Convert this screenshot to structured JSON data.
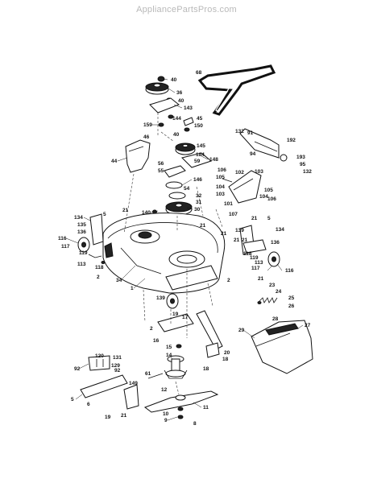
{
  "header": {
    "site": "AppliancePartsPros.com"
  },
  "callouts": [
    {
      "id": "c68",
      "text": "68"
    },
    {
      "id": "c40a",
      "text": "40"
    },
    {
      "id": "c36",
      "text": "36"
    },
    {
      "id": "c40b",
      "text": "40"
    },
    {
      "id": "c143",
      "text": "143"
    },
    {
      "id": "c144",
      "text": "144"
    },
    {
      "id": "c45",
      "text": "45"
    },
    {
      "id": "c159",
      "text": "159"
    },
    {
      "id": "c150",
      "text": "150"
    },
    {
      "id": "c46",
      "text": "46"
    },
    {
      "id": "c40c",
      "text": "40"
    },
    {
      "id": "c145",
      "text": "145"
    },
    {
      "id": "c44",
      "text": "44"
    },
    {
      "id": "c184",
      "text": "184"
    },
    {
      "id": "c59",
      "text": "59"
    },
    {
      "id": "c148",
      "text": "148"
    },
    {
      "id": "c56",
      "text": "56"
    },
    {
      "id": "c55",
      "text": "55"
    },
    {
      "id": "c146",
      "text": "146"
    },
    {
      "id": "c54",
      "text": "54"
    },
    {
      "id": "c32",
      "text": "32"
    },
    {
      "id": "c31",
      "text": "31"
    },
    {
      "id": "c30",
      "text": "30"
    },
    {
      "id": "c140",
      "text": "140"
    },
    {
      "id": "c21a",
      "text": "21"
    },
    {
      "id": "c134a",
      "text": "134"
    },
    {
      "id": "c5a",
      "text": "5"
    },
    {
      "id": "c135",
      "text": "135"
    },
    {
      "id": "c21b",
      "text": "21"
    },
    {
      "id": "c116a",
      "text": "116"
    },
    {
      "id": "c136a",
      "text": "136"
    },
    {
      "id": "c117a",
      "text": "117"
    },
    {
      "id": "c119a",
      "text": "119"
    },
    {
      "id": "c113a",
      "text": "113"
    },
    {
      "id": "c118a",
      "text": "118"
    },
    {
      "id": "c2a",
      "text": "2"
    },
    {
      "id": "c34",
      "text": "34"
    },
    {
      "id": "c1",
      "text": "1"
    },
    {
      "id": "c21c",
      "text": "21"
    },
    {
      "id": "c21d",
      "text": "21"
    },
    {
      "id": "c132a",
      "text": "132"
    },
    {
      "id": "c91",
      "text": "91"
    },
    {
      "id": "c192",
      "text": "192"
    },
    {
      "id": "c94",
      "text": "94"
    },
    {
      "id": "c193",
      "text": "193"
    },
    {
      "id": "c95",
      "text": "95"
    },
    {
      "id": "c132b",
      "text": "132"
    },
    {
      "id": "c106a",
      "text": "106"
    },
    {
      "id": "c105a",
      "text": "105"
    },
    {
      "id": "c102",
      "text": "102"
    },
    {
      "id": "c103a",
      "text": "103"
    },
    {
      "id": "c104a",
      "text": "104"
    },
    {
      "id": "c103b",
      "text": "103"
    },
    {
      "id": "c101",
      "text": "101"
    },
    {
      "id": "c104b",
      "text": "104"
    },
    {
      "id": "c106b",
      "text": "106"
    },
    {
      "id": "c105b",
      "text": "105"
    },
    {
      "id": "c107",
      "text": "107"
    },
    {
      "id": "c21e",
      "text": "21"
    },
    {
      "id": "c5b",
      "text": "5"
    },
    {
      "id": "c139a",
      "text": "139"
    },
    {
      "id": "c134b",
      "text": "134"
    },
    {
      "id": "c21f",
      "text": "21"
    },
    {
      "id": "c136b",
      "text": "136"
    },
    {
      "id": "c118b",
      "text": "118"
    },
    {
      "id": "c119b",
      "text": "119"
    },
    {
      "id": "c113b",
      "text": "113"
    },
    {
      "id": "c117b",
      "text": "117"
    },
    {
      "id": "c116b",
      "text": "116"
    },
    {
      "id": "c2b",
      "text": "2"
    },
    {
      "id": "c21g",
      "text": "21"
    },
    {
      "id": "c23",
      "text": "23"
    },
    {
      "id": "c24",
      "text": "24"
    },
    {
      "id": "c25",
      "text": "25"
    },
    {
      "id": "c26",
      "text": "26"
    },
    {
      "id": "c28",
      "text": "28"
    },
    {
      "id": "c29",
      "text": "29"
    },
    {
      "id": "c27",
      "text": "27"
    },
    {
      "id": "c139b",
      "text": "139"
    },
    {
      "id": "c2c",
      "text": "2"
    },
    {
      "id": "c16",
      "text": "16"
    },
    {
      "id": "c19a",
      "text": "19"
    },
    {
      "id": "c17",
      "text": "17"
    },
    {
      "id": "c15",
      "text": "15"
    },
    {
      "id": "c14",
      "text": "14"
    },
    {
      "id": "c20",
      "text": "20"
    },
    {
      "id": "c18a",
      "text": "18"
    },
    {
      "id": "c18b",
      "text": "18"
    },
    {
      "id": "c120",
      "text": "120"
    },
    {
      "id": "c131",
      "text": "131"
    },
    {
      "id": "c92a",
      "text": "92"
    },
    {
      "id": "c129",
      "text": "129"
    },
    {
      "id": "c92b",
      "text": "92"
    },
    {
      "id": "c61",
      "text": "61"
    },
    {
      "id": "c149",
      "text": "149"
    },
    {
      "id": "c5c",
      "text": "5"
    },
    {
      "id": "c6",
      "text": "6"
    },
    {
      "id": "c12",
      "text": "12"
    },
    {
      "id": "c11",
      "text": "11"
    },
    {
      "id": "c10",
      "text": "10"
    },
    {
      "id": "c9",
      "text": "9"
    },
    {
      "id": "c8",
      "text": "8"
    },
    {
      "id": "c19b",
      "text": "19"
    },
    {
      "id": "c21h",
      "text": "21"
    }
  ]
}
